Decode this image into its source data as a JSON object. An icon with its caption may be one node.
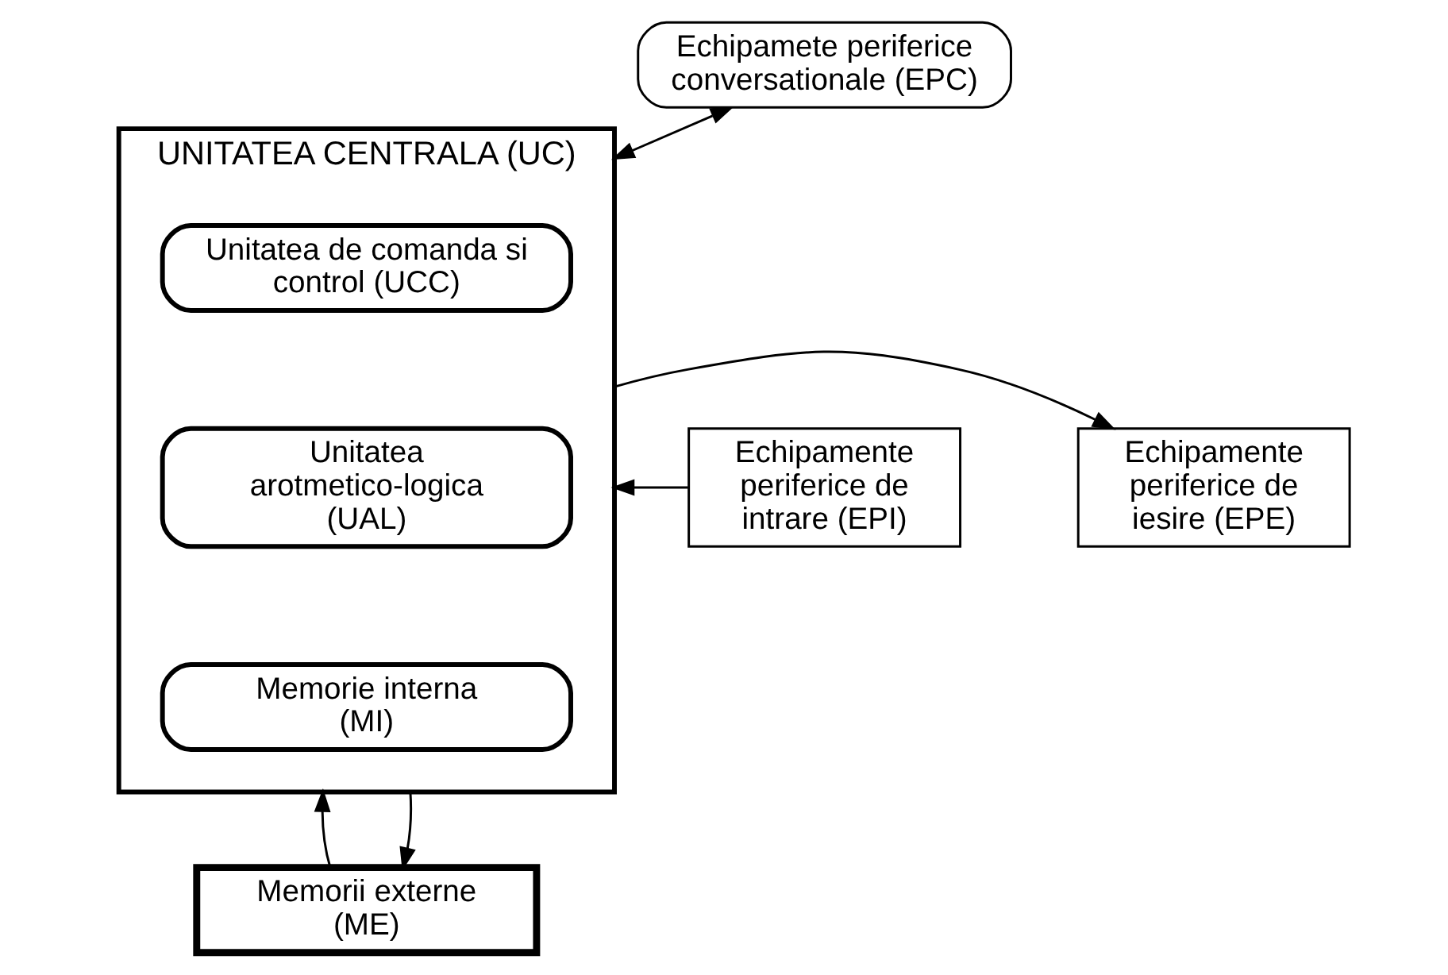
{
  "diagram": {
    "nodes": [
      {
        "text": [
          "UNITATEA CENTRALA (UC)"
        ]
      },
      {
        "text": [
          "Unitatea de comanda si control (UCC)"
        ],
        "in": 0
      },
      {
        "text": [
          "Unitatea arotmetico-logica (UAL)"
        ],
        "in": 0
      },
      {
        "text": [
          "Memorie interna (MI)"
        ],
        "in": 0
      },
      {
        "text": [
          "Echipamente periferice de intrare (EPI)"
        ]
      },
      {
        "text": [
          "Echipamente periferice de iesire (EPE)"
        ]
      },
      {
        "text": [
          "Echipamete periferice conversationale (EPC)"
        ]
      },
      {
        "text": [
          "Memorii externe (ME)"
        ]
      }
    ],
    "edges": [
      {
        "from": 0,
        "to": 6,
        "arrow": "both"
      },
      {
        "from": 4,
        "to": 0,
        "arrow": "to"
      },
      {
        "from": 0,
        "to": 5,
        "arrow": "to"
      },
      {
        "from": 7,
        "to": 0,
        "arrow": "to"
      },
      {
        "from": 0,
        "to": 7,
        "arrow": "to"
      }
    ]
  }
}
